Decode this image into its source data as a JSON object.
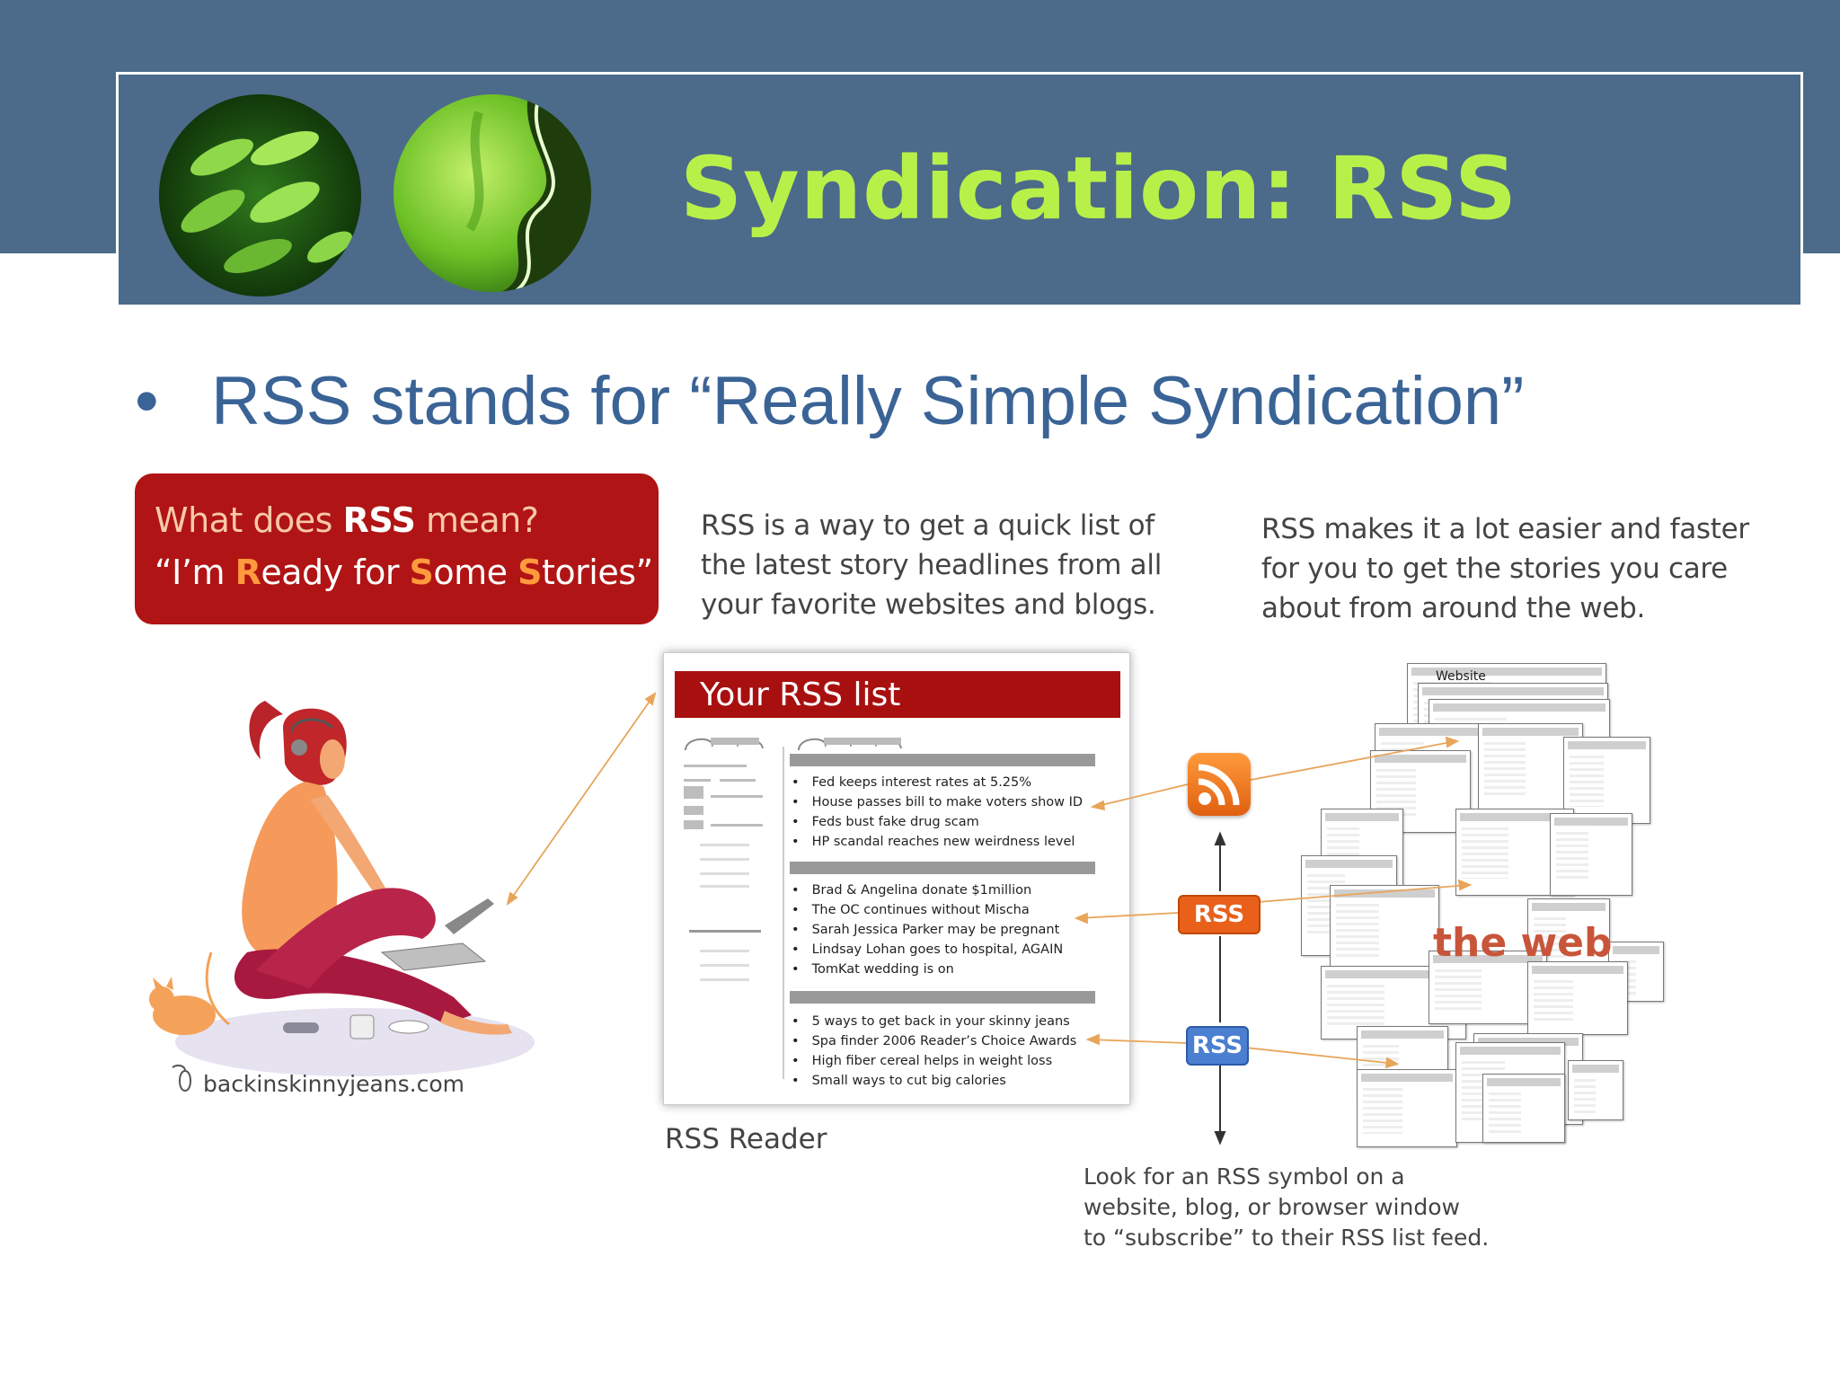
{
  "slide": {
    "title": "Syndication: RSS",
    "bullet": "RSS stands for “Really Simple Syndication”"
  },
  "callout": {
    "line1_pre": "What does ",
    "line1_bold": "RSS",
    "line1_post": " mean?",
    "line2_open": "“I’m ",
    "r_letter": "R",
    "r_rest": "eady for ",
    "s1_letter": "S",
    "s1_rest": "ome ",
    "s2_letter": "S",
    "s2_rest": "tories”"
  },
  "intro_middle": [
    "RSS is a way to get a quick list of",
    "the latest story headlines from all",
    "your favorite websites and blogs."
  ],
  "intro_right": [
    "RSS makes it a lot easier and faster",
    "for you to get the stories you care",
    "about from around the web."
  ],
  "reader": {
    "title": "Your RSS list",
    "caption": "RSS Reader",
    "groups": [
      [
        "Fed keeps interest rates at 5.25%",
        "House passes bill to make voters show ID",
        "Feds bust fake drug scam",
        "HP scandal reaches new weirdness level"
      ],
      [
        "Brad & Angelina donate $1million",
        "The OC continues without Mischa",
        "Sarah Jessica Parker may be pregnant",
        "Lindsay Lohan goes to hospital, AGAIN",
        "TomKat wedding is on"
      ],
      [
        "5 ways to get back in your skinny jeans",
        "Spa finder 2006 Reader’s Choice Awards",
        "High fiber cereal helps in weight loss",
        "Small ways to cut big calories"
      ]
    ]
  },
  "credit": "backinskinnyjeans.com",
  "rss_badges": [
    "RSS",
    "RSS"
  ],
  "web": {
    "label": "the web",
    "website_label": "Website"
  },
  "footer_note": [
    "Look for an RSS symbol on a",
    "website, blog, or browser window",
    "to “subscribe” to their RSS list feed."
  ],
  "colors": {
    "band": "#4c6a8a",
    "title": "#b8f04a",
    "bullet": "#3a6396",
    "callout": "#b01414",
    "rss_orange": "#e8601a",
    "rss_blue": "#4b7fd0"
  },
  "icons": [
    "leaf-circle-image",
    "leaf-circle-image",
    "rss-feed-icon",
    "woman-laptop-illustration",
    "cat-illustration",
    "mouse-icon"
  ]
}
